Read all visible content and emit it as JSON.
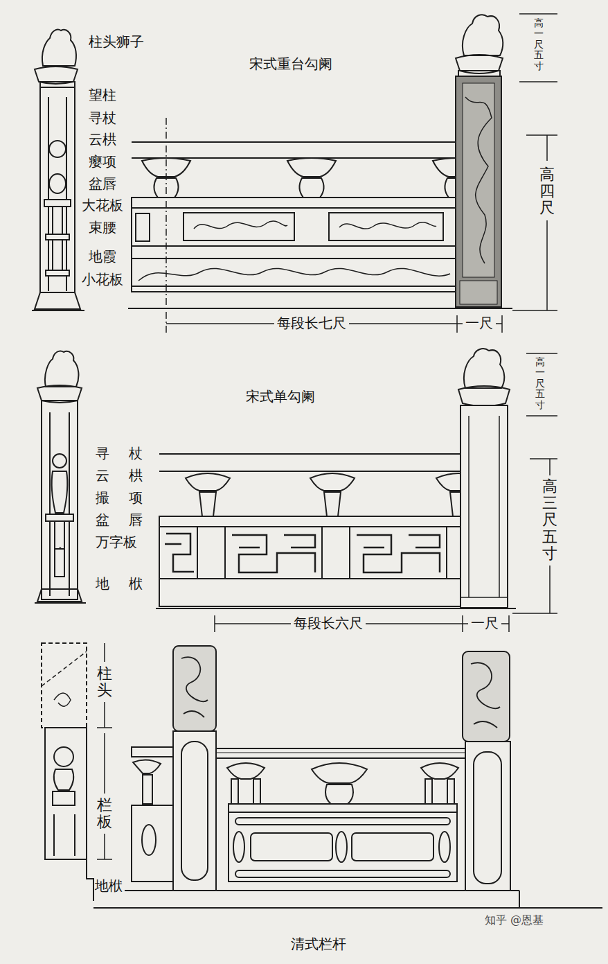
{
  "diagram": {
    "labels": [
      "柱头狮子",
      "宋式重台勾阑",
      "高一尺五寸",
      "望柱",
      "寻杖",
      "云栱",
      "瘿项",
      "盆唇",
      "大花板",
      "束腰",
      "地霞",
      "小花板",
      "高四尺",
      "每段长七尺",
      "一尺",
      "宋式单勾阑",
      "高一尺五寸",
      "寻杖",
      "云栱",
      "撮项",
      "盆唇",
      "万字板",
      "地栿",
      "高三尺五寸",
      "每段长六尺",
      "一尺",
      "柱头",
      "栏板",
      "地栿",
      "清式栏杆",
      "知乎 @恩基"
    ]
  }
}
